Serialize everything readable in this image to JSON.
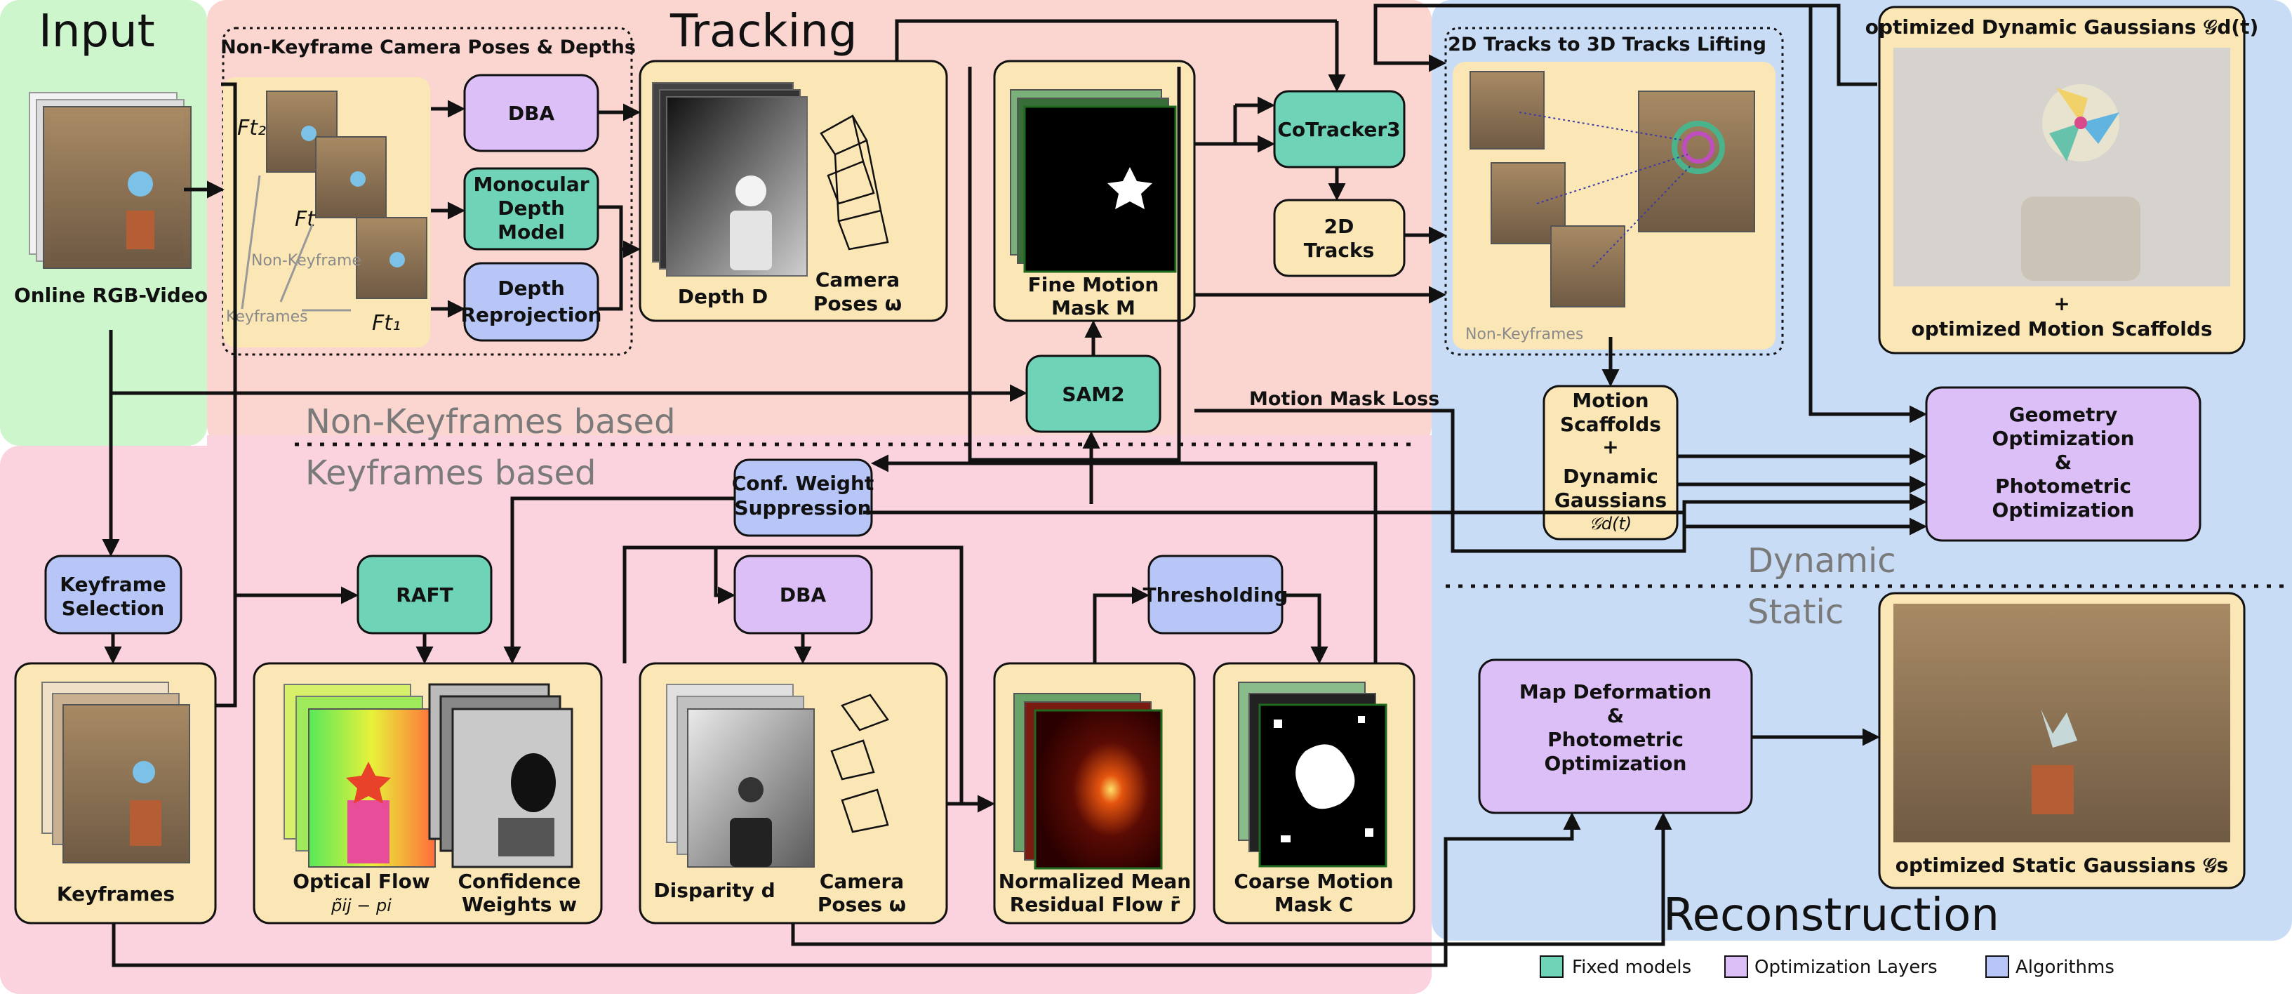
{
  "regions": {
    "input": "Input",
    "tracking": "Tracking",
    "reconstruction": "Reconstruction",
    "non_keyframes_based": "Non-Keyframes based",
    "keyframes_based": "Keyframes based",
    "dynamic": "Dynamic",
    "static": "Static"
  },
  "groups": {
    "non_keyframe_poses": "Non-Keyframe Camera Poses & Depths",
    "lifting": "2D Tracks to 3D Tracks Lifting"
  },
  "nodes": {
    "online_video": "Online RGB-Video",
    "dba_top": "DBA",
    "mono_depth": [
      "Monocular",
      "Depth",
      "Model"
    ],
    "depth_reproj": [
      "Depth",
      "Reprojection"
    ],
    "depth_D": "Depth D",
    "camera_poses_top": [
      "Camera",
      "Poses ω"
    ],
    "fine_motion_mask": [
      "Fine Motion",
      "Mask M"
    ],
    "cotracker": "CoTracker3",
    "tracks2d": [
      "2D",
      "Tracks"
    ],
    "sam2": "SAM2",
    "motion_scaffolds": [
      "Motion",
      "Scaffolds",
      "+",
      "Dynamic",
      "Gaussians",
      "𝒢d(t)"
    ],
    "opt_dynamic": "optimized Dynamic Gaussians 𝒢d(t)",
    "opt_scaffolds": [
      "+",
      "optimized Motion Scaffolds"
    ],
    "geom_opt": [
      "Geometry",
      "Optimization",
      "&",
      "Photometric",
      "Optimization"
    ],
    "keyframe_sel": [
      "Keyframe",
      "Selection"
    ],
    "keyframes": "Keyframes",
    "raft": "RAFT",
    "optical_flow": [
      "Optical Flow",
      "p̃ij − pi"
    ],
    "conf_weights": [
      "Confidence",
      "Weights w"
    ],
    "conf_suppr": [
      "Conf. Weight",
      "Suppression"
    ],
    "dba_bottom": "DBA",
    "disparity": "Disparity d",
    "camera_poses_bottom": [
      "Camera",
      "Poses ω"
    ],
    "norm_residual": [
      "Normalized Mean",
      "Residual Flow r̄"
    ],
    "thresholding": "Thresholding",
    "coarse_mask": [
      "Coarse Motion",
      "Mask C"
    ],
    "map_deform": [
      "Map Deformation",
      "&",
      "Photometric",
      "Optimization"
    ],
    "opt_static": "optimized Static Gaussians 𝒢s"
  },
  "inline_labels": {
    "ft2": "Ft₂",
    "ft": "Ft",
    "ft1": "Ft₁",
    "non_keyframe": "Non-Keyframe",
    "keyframes_small": "Keyframes",
    "non_keyframes_small": "Non-Keyframes",
    "motion_mask_loss": "Motion Mask Loss"
  },
  "legend": [
    {
      "label": "Fixed models",
      "color": "#6fd3b7"
    },
    {
      "label": "Optimization Layers",
      "color": "#ddbff7"
    },
    {
      "label": "Algorithms",
      "color": "#b7c6f6"
    }
  ],
  "colors": {
    "input_bg": "#cdf6cd",
    "tracking_bg": "#fbd5d0",
    "keyframe_bg": "#fbd3df",
    "recon_bg": "#c9dcf6",
    "card": "#fbe6b6",
    "fixed": "#6fd3b7",
    "optim": "#ddbff7",
    "algo": "#b7c6f6"
  }
}
